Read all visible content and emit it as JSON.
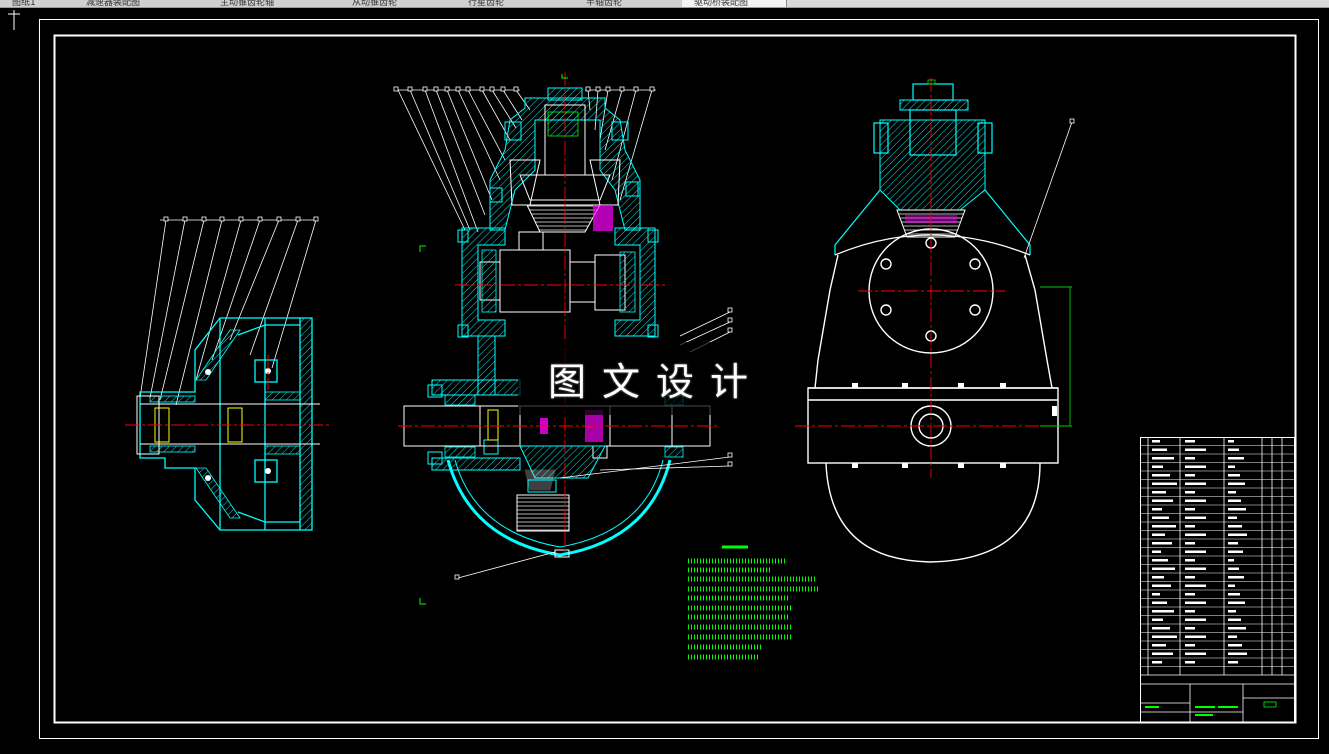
{
  "tabs": [
    {
      "label": "图纸1"
    },
    {
      "label": "减速器装配图"
    },
    {
      "label": "主动锥齿轮轴"
    },
    {
      "label": "从动锥齿轮"
    },
    {
      "label": "行星齿轮"
    },
    {
      "label": "半轴齿轮"
    },
    {
      "label": "驱动桥装配图",
      "active": true
    }
  ],
  "watermark": {
    "text": "图文设计"
  },
  "colors": {
    "background": "#000000",
    "frame": "#ffffff",
    "outline": "#00ffff",
    "hatch": "#00ffff",
    "centerline": "#ff0000",
    "gear": "#ffffff",
    "dimension": "#00cc00",
    "notes": "#00ff00",
    "magenta": "#ff00ff",
    "yellow": "#ffff00"
  }
}
